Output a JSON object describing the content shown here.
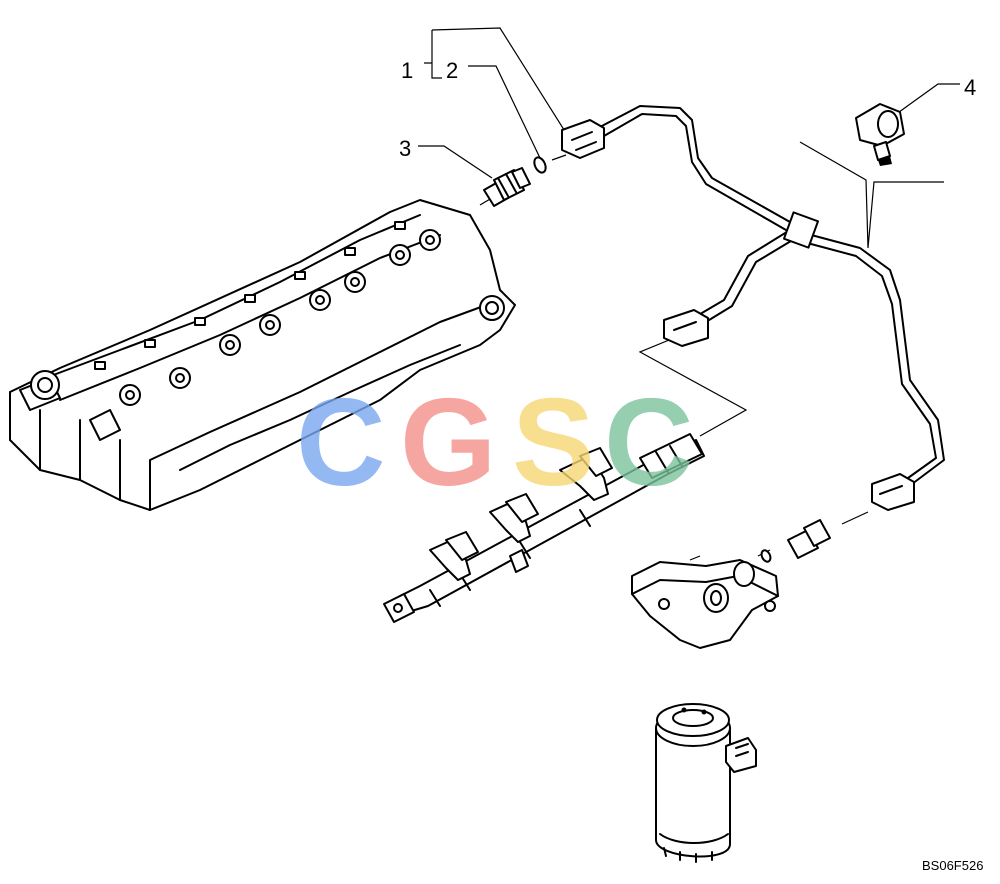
{
  "callouts": [
    {
      "id": "1",
      "label": "1"
    },
    {
      "id": "2",
      "label": "2"
    },
    {
      "id": "3",
      "label": "3"
    },
    {
      "id": "4",
      "label": "4"
    }
  ],
  "reference_code": "BS06F526",
  "watermark": {
    "letters": [
      "C",
      "G",
      "S",
      "C"
    ],
    "colors": [
      "#7aa7f0",
      "#f4908a",
      "#f7d774",
      "#7cc49c"
    ]
  }
}
